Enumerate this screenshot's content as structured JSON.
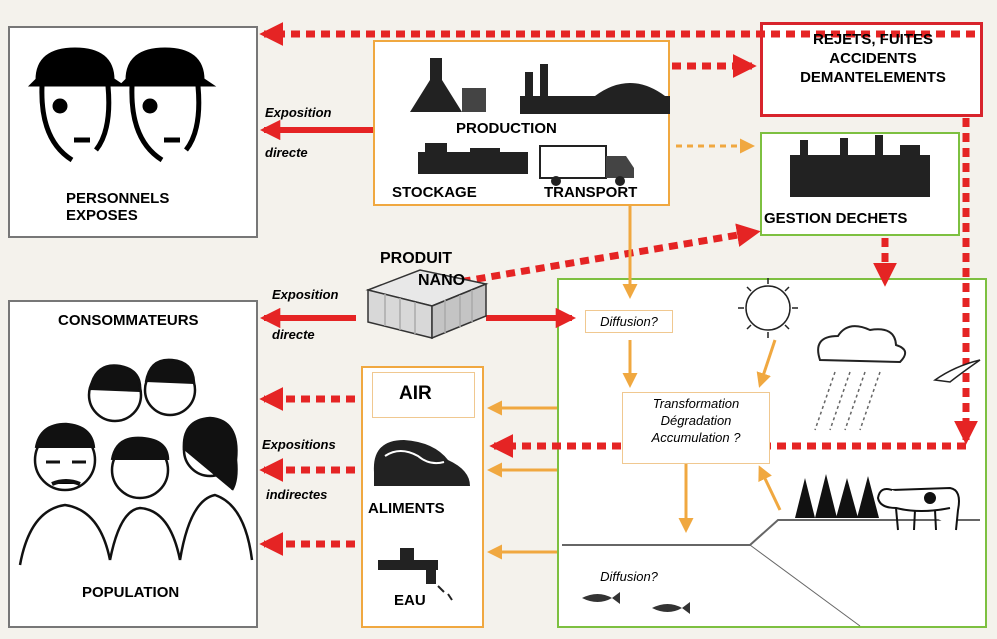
{
  "colors": {
    "red_dashed": "#e52424",
    "orange": "#f0a840",
    "green": "#7dc040",
    "red_border": "#d8242c",
    "gray_border": "#777777"
  },
  "nodes": {
    "workers": {
      "label": "PERSONNELS\nEXPOSES"
    },
    "production": {
      "production_label": "PRODUCTION",
      "storage_label": "STOCKAGE",
      "transport_label": "TRANSPORT"
    },
    "releases": {
      "label": "REJETS, FUITES\nACCIDENTS\nDEMANTELEMENTS"
    },
    "waste": {
      "label": "GESTION DECHETS"
    },
    "product": {
      "label_line1": "PRODUIT",
      "label_line2": "NANO"
    },
    "consumers": {
      "top_label": "CONSOMMATEURS",
      "bottom_label": "POPULATION"
    },
    "media": {
      "air": "AIR",
      "food": "ALIMENTS",
      "water": "EAU"
    },
    "environment": {
      "diffusion_top": "Diffusion?",
      "transformation": "Transformation\nDégradation\nAccumulation ?",
      "diffusion_bottom": "Diffusion?"
    }
  },
  "edge_labels": {
    "worker_exposure_1": "Exposition",
    "worker_exposure_2": "directe",
    "consumer_exposure_1": "Exposition",
    "consumer_exposure_2": "directe",
    "indirect_1": "Expositions",
    "indirect_2": "indirectes"
  },
  "icons": [
    "hardhat-worker-icon",
    "flask-icon",
    "factory-icon",
    "warehouse-icon",
    "truck-icon",
    "power-plant-icon",
    "pallet-boxes-icon",
    "sun-icon",
    "rain-cloud-icon",
    "bird-icon",
    "trees-icon",
    "cow-icon",
    "fish-icon",
    "food-icon",
    "faucet-icon",
    "people-crowd-icon"
  ]
}
